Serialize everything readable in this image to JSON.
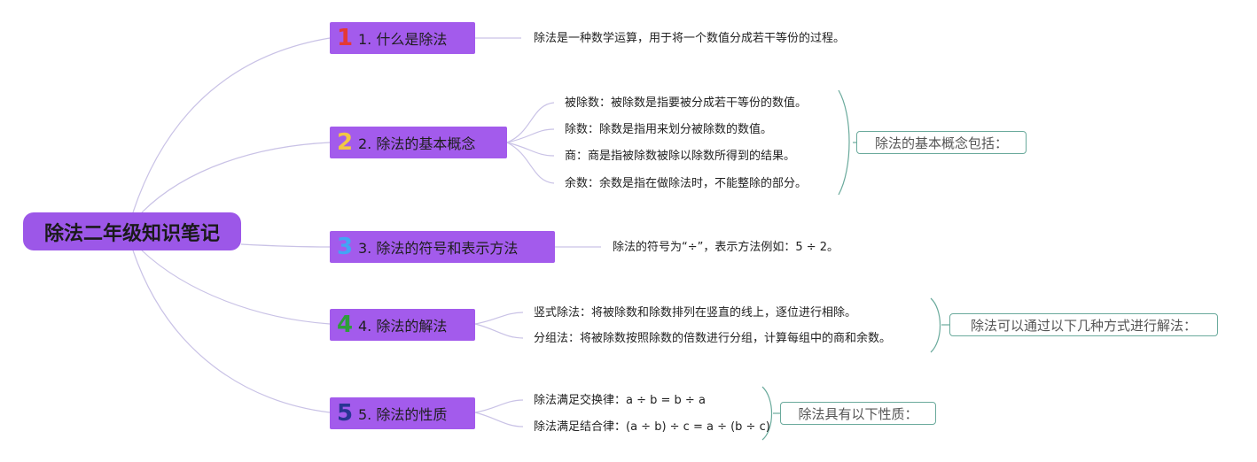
{
  "root": {
    "title": "除法二年级知识笔记"
  },
  "topics": [
    {
      "num": "1",
      "num_color": "#e53935",
      "label": "1. 什么是除法"
    },
    {
      "num": "2",
      "num_color": "#f2c744",
      "label": "2. 除法的基本概念"
    },
    {
      "num": "3",
      "num_color": "#42a5f5",
      "label": "3. 除法的符号和表示方法"
    },
    {
      "num": "4",
      "num_color": "#2e9e3a",
      "label": "4. 除法的解法"
    },
    {
      "num": "5",
      "num_color": "#283593",
      "label": "5. 除法的性质"
    }
  ],
  "leaves": {
    "t1": [
      "除法是一种数学运算，用于将一个数值分成若干等份的过程。"
    ],
    "t2": [
      "被除数：被除数是指要被分成若干等份的数值。",
      "除数：除数是指用来划分被除数的数值。",
      "商：商是指被除数被除以除数所得到的结果。",
      "余数：余数是指在做除法时，不能整除的部分。"
    ],
    "t3": [
      "除法的符号为“÷”，表示方法例如：5 ÷ 2。"
    ],
    "t4": [
      "竖式除法：将被除数和除数排列在竖直的线上，逐位进行相除。",
      "分组法：将被除数按照除数的倍数进行分组，计算每组中的商和余数。"
    ],
    "t5": [
      "除法满足交换律：a ÷ b = b ÷ a",
      "除法满足结合律：(a ÷ b) ÷ c = a ÷ (b ÷ c)"
    ]
  },
  "summaries": {
    "t2": "除法的基本概念包括：",
    "t4": "除法可以通过以下几种方式进行解法：",
    "t5": "除法具有以下性质："
  },
  "colors": {
    "root": "#9c57e8",
    "topic": "#a35bec",
    "connector": "#c9c2e6",
    "summary_border": "#6aaa9c"
  }
}
